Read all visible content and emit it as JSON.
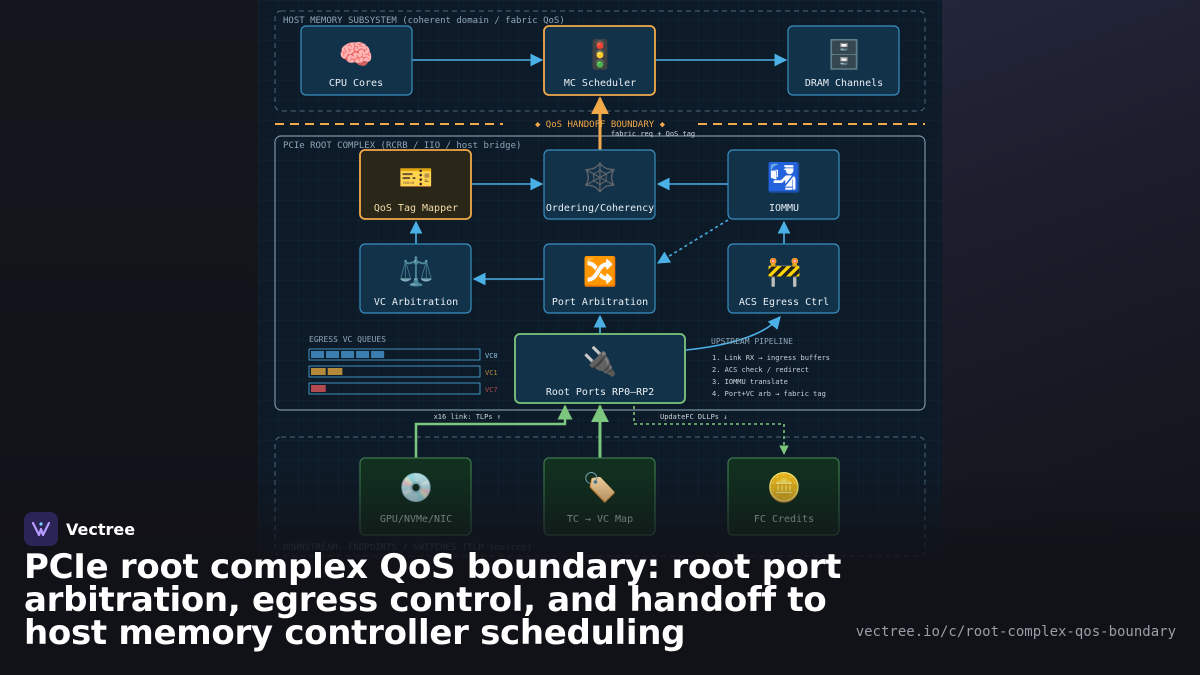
{
  "diagram": {
    "regions": {
      "host": "HOST MEMORY SUBSYSTEM (coherent domain / fabric QoS)",
      "root_complex": "PCIe ROOT COMPLEX (RCRB / IIO / host bridge)",
      "downstream": "DOWNSTREAM: ENDPOINTS / SWITCHES (TLP sources)"
    },
    "boundary_label": "◆ QoS HANDOFF BOUNDARY ◆",
    "nodes": {
      "cpu": {
        "icon": "🧠",
        "label": "CPU Cores"
      },
      "mc": {
        "icon": "🚦",
        "label": "MC Scheduler"
      },
      "dram": {
        "icon": "🗄️",
        "label": "DRAM Channels"
      },
      "qos_mapper": {
        "icon": "🎫",
        "label": "QoS Tag Mapper"
      },
      "ordering": {
        "icon": "🕸️",
        "label": "Ordering/Coherency"
      },
      "iommu": {
        "icon": "🛂",
        "label": "IOMMU"
      },
      "vc_arb": {
        "icon": "⚖️",
        "label": "VC Arbitration"
      },
      "port_arb": {
        "icon": "🔀",
        "label": "Port Arbitration"
      },
      "acs": {
        "icon": "🚧",
        "label": "ACS Egress Ctrl"
      },
      "root_ports": {
        "icon": "🔌",
        "label": "Root Ports RP0–RP2"
      },
      "gpu": {
        "icon": "💿",
        "label": "GPU/NVMe/NIC"
      },
      "tc_vc": {
        "icon": "🏷️",
        "label": "TC → VC Map"
      },
      "fc": {
        "icon": "🪙",
        "label": "FC Credits"
      }
    },
    "edge_labels": {
      "fabric": "fabric req + QoS tag",
      "x16": "x16 link: TLPs ↑",
      "updatefc": "UpdateFC DLLPs ↓"
    },
    "queues": {
      "title": "EGRESS VC QUEUES",
      "items": [
        {
          "label": "VC0",
          "level": 0.45,
          "color": "#3b7fb0"
        },
        {
          "label": "VC1",
          "level": 0.2,
          "color": "#b5893a"
        },
        {
          "label": "VC7",
          "level": 0.1,
          "color": "#b34b50"
        }
      ]
    },
    "pipeline": {
      "title": "UPSTREAM PIPELINE",
      "steps": [
        "1. Link RX → ingress buffers",
        "2. ACS check / redirect",
        "3. IOMMU translate",
        "4. Port+VC arb → fabric tag"
      ]
    }
  },
  "brand": {
    "name": "Vectree"
  },
  "headline": "PCIe root complex QoS boundary: root port arbitration, egress control, and handoff to host memory controller scheduling",
  "url": "vectree.io/c/root-complex-qos-boundary"
}
